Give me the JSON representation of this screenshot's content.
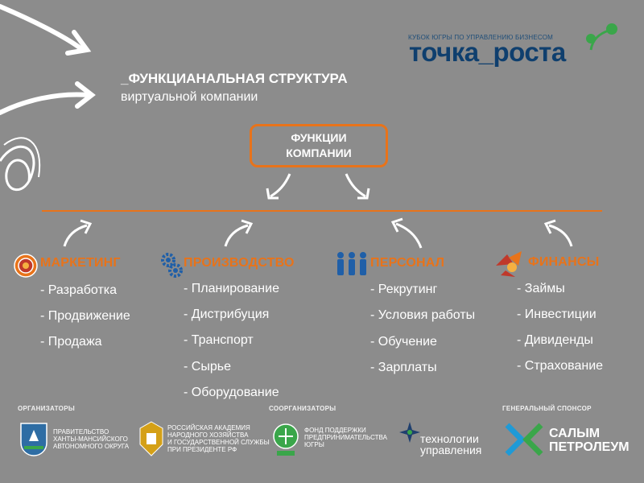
{
  "brand": {
    "tagline": "КУБОК ЮГРЫ ПО УПРАВЛЕНИЮ БИЗНЕСОМ",
    "name": "точка_роста",
    "colors": {
      "navy": "#0f3f6e",
      "green": "#3aa64a",
      "orange": "#e8731a"
    }
  },
  "title": {
    "line1": "_ФУНКЦИАНАЛЬНАЯ СТРУКТУРА",
    "line2": "виртуальной компании"
  },
  "center": {
    "label": "ФУНКЦИИ\nКОМПАНИИ"
  },
  "columns": [
    {
      "id": "marketing",
      "icon": "target-icon",
      "title": "МАРКЕТИНГ",
      "items": [
        "- Разработка",
        "- Продвижение",
        "- Продажа"
      ]
    },
    {
      "id": "production",
      "icon": "gears-icon",
      "title": "ПРОИЗВОДСТВО",
      "items": [
        "- Планирование",
        "- Дистрибуция",
        "- Транспорт",
        "- Сырье",
        "- Оборудование"
      ]
    },
    {
      "id": "personnel",
      "icon": "people-icon",
      "title": "ПЕРСОНАЛ",
      "items": [
        "- Рекрутинг",
        "- Условия работы",
        "- Обучение",
        "- Зарплаты"
      ]
    },
    {
      "id": "finance",
      "icon": "coins-icon",
      "title": "ФИНАНСЫ",
      "items": [
        "- Займы",
        "- Инвестиции",
        "- Дивиденды",
        "- Страхование"
      ]
    }
  ],
  "footer": {
    "organizers_label": "ОРГАНИЗАТОРЫ",
    "coorganizers_label": "СООРГАНИЗАТОРЫ",
    "sponsor_label": "ГЕНЕРАЛЬНЫЙ СПОНСОР",
    "org1": "ПРАВИТЕЛЬСТВО\nХАНТЫ-МАНСИЙСКОГО\nАВТОНОМНОГО ОКРУГА",
    "org2": "РОССИЙСКАЯ АКАДЕМИЯ\nНАРОДНОГО ХОЗЯЙСТВА\nИ ГОСУДАРСТВЕННОЙ СЛУЖБЫ\nПРИ ПРЕЗИДЕНТЕ РФ",
    "coorg1": "ФОНД ПОДДЕРЖКИ\nПРЕДПРИНИМАТЕЛЬСТВА\nЮГРЫ",
    "coorg2": "технологии\nуправления",
    "sponsor": "САЛЫМ\nПЕТРОЛЕУМ"
  }
}
